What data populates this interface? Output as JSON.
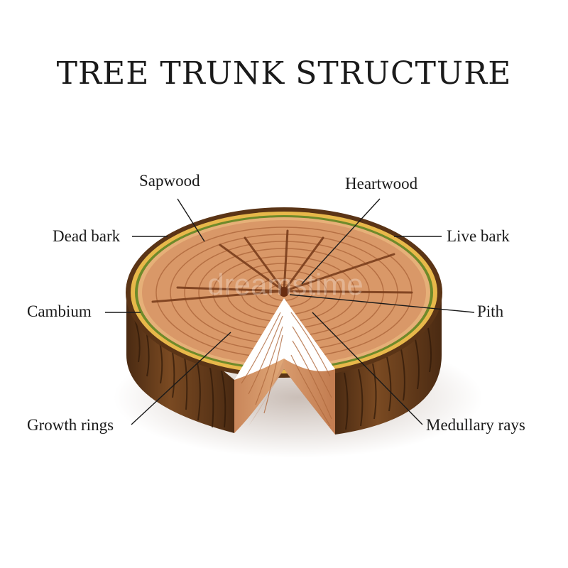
{
  "title": "TREE TRUNK STRUCTURE",
  "labels": {
    "sapwood": "Sapwood",
    "heartwood": "Heartwood",
    "dead_bark": "Dead bark",
    "live_bark": "Live bark",
    "cambium": "Cambium",
    "pith": "Pith",
    "growth_rings": "Growth rings",
    "medullary_rays": "Medullary rays"
  },
  "watermark": "dreamstime",
  "colors": {
    "background": "#ffffff",
    "bark": "#6b3d1c",
    "bark_dark": "#3e2210",
    "live_bark": "#e8b84a",
    "cambium": "#6f8a2a",
    "sapwood": "#d99868",
    "heartwood": "#c9845a",
    "rings": "#b06a3e",
    "text": "#1a1a1a"
  }
}
